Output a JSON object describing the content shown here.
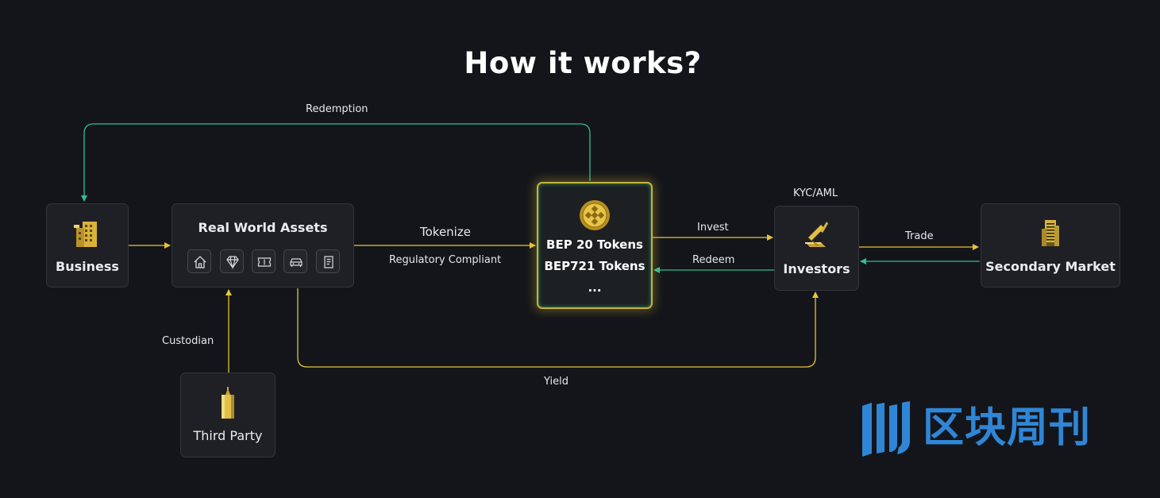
{
  "title": "How it works?",
  "nodes": {
    "business": "Business",
    "real_world_assets": "Real World Assets",
    "tokens": [
      "BEP 20 Tokens",
      "BEP721 Tokens",
      "..."
    ],
    "investors": "Investors",
    "secondary_market": "Secondary Market",
    "third_party": "Third Party"
  },
  "asset_icons": [
    "house-icon",
    "diamond-icon",
    "ticket-icon",
    "car-icon",
    "document-icon"
  ],
  "edges": {
    "redemption": "Redemption",
    "tokenize": "Tokenize",
    "regulatory": "Regulatory Compliant",
    "invest": "Invest",
    "redeem": "Redeem",
    "kyc": "KYC/AML",
    "trade": "Trade",
    "custodian": "Custodian",
    "yield": "Yield"
  },
  "watermark": "区块周刊",
  "colors": {
    "background": "#14151a",
    "card": "#1f2026",
    "yellow_arrow": "#e3c53a",
    "green_arrow": "#2fbf8f",
    "watermark": "#2f86d6"
  }
}
